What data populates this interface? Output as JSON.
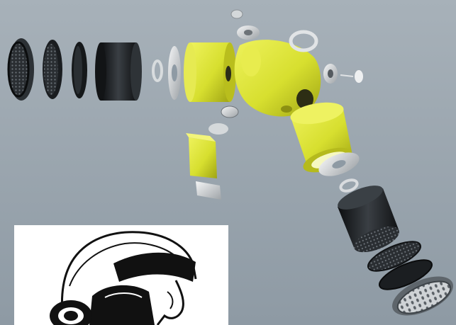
{
  "scene": {
    "colors": {
      "background": "#8e9aa4",
      "background_light": "#a7b1b9",
      "yellow": "#d7df2f",
      "yellow_dark": "#a9ae16",
      "black_part": "#1e2124",
      "grey_part": "#c9cdd0",
      "panel_white": "#ffffff",
      "ink": "#111111"
    },
    "components": [
      "black-filter-cap",
      "black-disc",
      "black-disc",
      "black-canister",
      "grey-gasket",
      "metal-ring",
      "yellow-canister",
      "yellow-y-connector",
      "yellow-elbow-canister",
      "small-valve",
      "mesh-screens",
      "grey-perforated-cap",
      "yellow-pad",
      "grey-seal"
    ],
    "inset": "line-drawing-of-head-wearing-respirator-mask"
  }
}
